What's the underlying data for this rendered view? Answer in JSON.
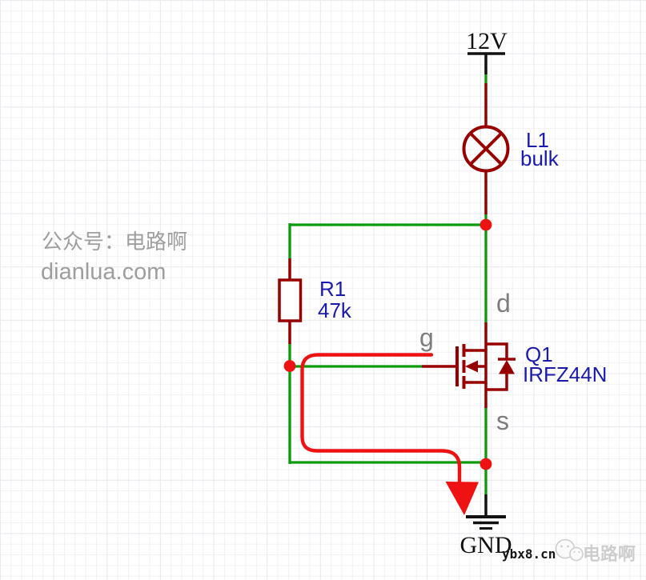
{
  "schematic": {
    "power": {
      "label": "12V"
    },
    "ground": {
      "label": "GND"
    },
    "lamp": {
      "ref": "L1",
      "value": "bulk"
    },
    "resistor": {
      "ref": "R1",
      "value": "47k"
    },
    "mosfet": {
      "ref": "Q1",
      "value": "IRFZ44N",
      "pins": {
        "drain": "d",
        "gate": "g",
        "source": "s"
      }
    }
  },
  "watermark": {
    "account": "公众号：电路啊",
    "site": "dianlua.com"
  },
  "footer": {
    "site": "ybx8.cn",
    "brand": "电路啊"
  },
  "colors": {
    "wire": "#0a9a0a",
    "component": "#980000",
    "highlight": "#ee1212",
    "annotation": "#1a1aae",
    "pinlabel": "#7d7d7d",
    "watermark": "#9e9e9e"
  }
}
